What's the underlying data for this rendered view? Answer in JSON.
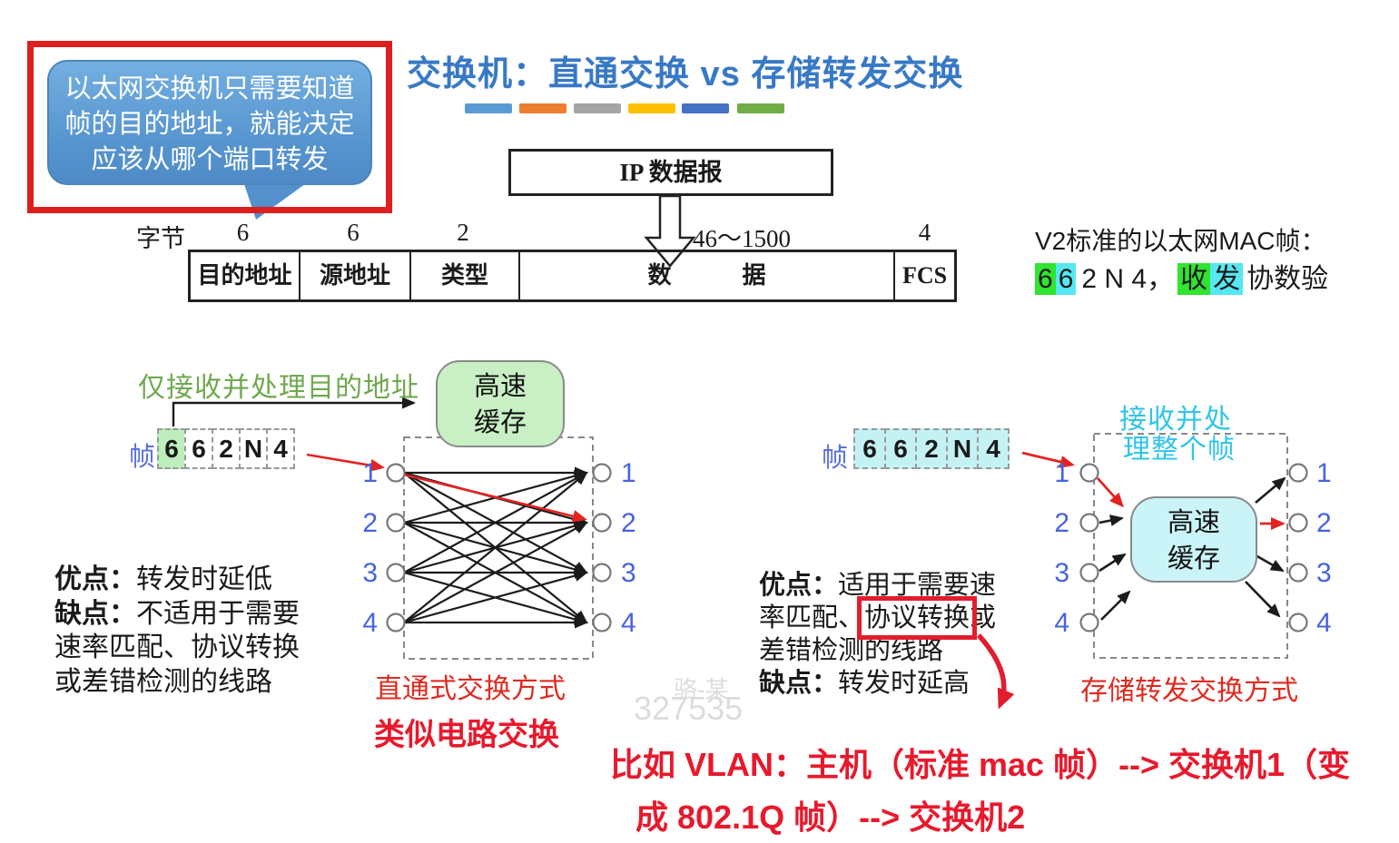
{
  "callout": {
    "lines": [
      "以太网交换机只需要知道",
      "帧的目的地址，就能决定",
      "应该从哪个端口转发"
    ]
  },
  "header": {
    "title": "交换机：直通交换 vs 存储转发交换"
  },
  "decor_bars": [
    "#5B9BD5",
    "#ED7D31",
    "#A5A5A5",
    "#FFC000",
    "#4472C4",
    "#70AD47"
  ],
  "ip_datagram": {
    "label": "IP 数据报"
  },
  "mac_frame": {
    "unit": "字节",
    "byte_counts": [
      "6",
      "6",
      "2",
      "46～1500",
      "4"
    ],
    "fields": [
      "目的地址",
      "源地址",
      "类型",
      "数　　　据",
      "FCS"
    ]
  },
  "v2_note": {
    "line1": "V2标准的以太网MAC帧：",
    "parts": [
      {
        "t": "6",
        "hl": "green"
      },
      {
        "t": "6",
        "hl": "cyan"
      },
      {
        "t": "2 N 4，",
        "hl": "none"
      },
      {
        "t": "收",
        "hl": "green"
      },
      {
        "t": "发",
        "hl": "cyan"
      },
      {
        "t": "协数验",
        "hl": "none"
      }
    ]
  },
  "cut_through": {
    "hint": "仅接收并处理目的地址",
    "cache_line1": "高速",
    "cache_line2": "缓存",
    "frame_label": "帧",
    "frame_cells": [
      "6",
      "6",
      "2",
      "N",
      "4"
    ],
    "ports_in": [
      "1",
      "2",
      "3",
      "4"
    ],
    "ports_out": [
      "1",
      "2",
      "3",
      "4"
    ],
    "caption": "直通式交换方式",
    "annotation": "类似电路交换",
    "pros_label": "优点：",
    "pros_text": "转发时延低",
    "cons_label": "缺点：",
    "cons_line1": "不适用于需要",
    "cons_line2": "速率匹配、协议转换",
    "cons_line3": "或差错检测的线路"
  },
  "store_forward": {
    "hint_line1": "接收并处",
    "hint_line2": "理整个帧",
    "cache_line1": "高速",
    "cache_line2": "缓存",
    "frame_label": "帧",
    "frame_cells": [
      "6",
      "6",
      "2",
      "N",
      "4"
    ],
    "ports_in": [
      "1",
      "2",
      "3",
      "4"
    ],
    "ports_out": [
      "1",
      "2",
      "3",
      "4"
    ],
    "caption": "存储转发交换方式",
    "pros_label": "优点：",
    "pros_line1": "适用于需要速",
    "pros_line2_pre": "率匹配、",
    "pros_line2_boxed": "协议转换",
    "pros_line2_post": "或",
    "pros_line3": "差错检测的线路",
    "cons_label": "缺点：",
    "cons_text": "转发时延高"
  },
  "vlan_note": {
    "line1": "比如 VLAN：主机（标准 mac 帧）--> 交换机1（变",
    "line2": "成 802.1Q 帧）--> 交换机2"
  },
  "watermark": {
    "name": "骆-某",
    "id": "327535"
  }
}
